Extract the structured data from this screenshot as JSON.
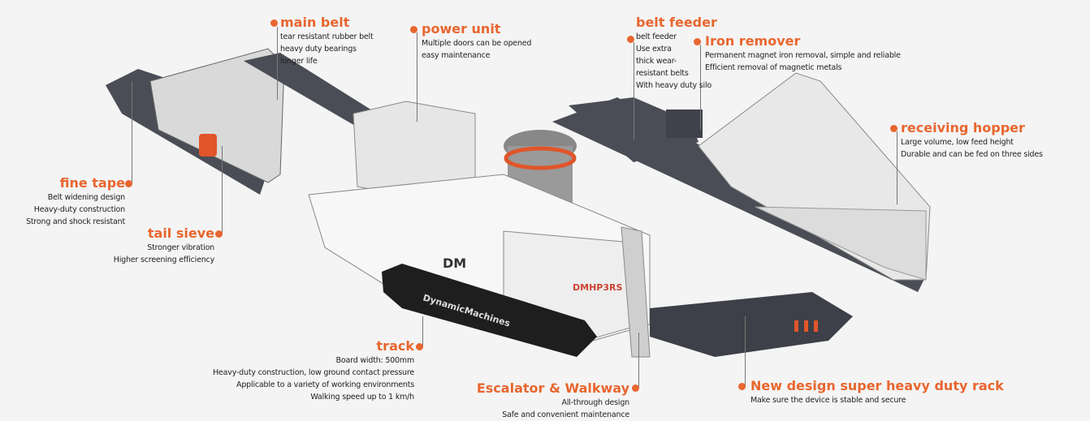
{
  "accent_color": "#e8662f",
  "callouts": {
    "main_belt": {
      "title": "main belt",
      "lines": [
        "tear resistant rubber belt",
        "heavy duty bearings",
        "longer life"
      ]
    },
    "power_unit": {
      "title": "power unit",
      "lines": [
        "Multiple doors can be opened",
        "easy maintenance"
      ]
    },
    "belt_feeder": {
      "title": "belt feeder",
      "lines": [
        "belt feeder",
        "Use extra",
        "thick wear-",
        "resistant belts",
        "With heavy duty silo"
      ]
    },
    "iron_remover": {
      "title": "Iron remover",
      "lines": [
        "Permanent magnet iron removal, simple and reliable",
        "Efficient removal of magnetic metals"
      ]
    },
    "receiving_hopper": {
      "title": "receiving hopper",
      "lines": [
        "Large volume, low feed height",
        "Durable and can be fed on three sides"
      ]
    },
    "fine_tape": {
      "title": "fine tape",
      "lines": [
        "Belt widening design",
        "Heavy-duty construction",
        "Strong and shock resistant"
      ]
    },
    "tail_sieve": {
      "title": "tail sieve",
      "lines": [
        "Stronger vibration",
        "Higher screening efficiency"
      ]
    },
    "track": {
      "title": "track",
      "lines": [
        "Board width: 500mm",
        "Heavy-duty construction, low ground contact pressure",
        "Applicable to a variety of working environments",
        "Walking speed up to 1 km/h"
      ]
    },
    "escalator": {
      "title": "Escalator & Walkway",
      "lines": [
        "All-through design",
        "Safe and convenient maintenance"
      ]
    },
    "rack": {
      "title": "New design super heavy duty rack",
      "lines": [
        "Make sure the device is stable and secure"
      ]
    }
  },
  "machine": {
    "brand_logo": "DM",
    "model": "DMHP3RS",
    "track_text": "DynamicMachines"
  }
}
